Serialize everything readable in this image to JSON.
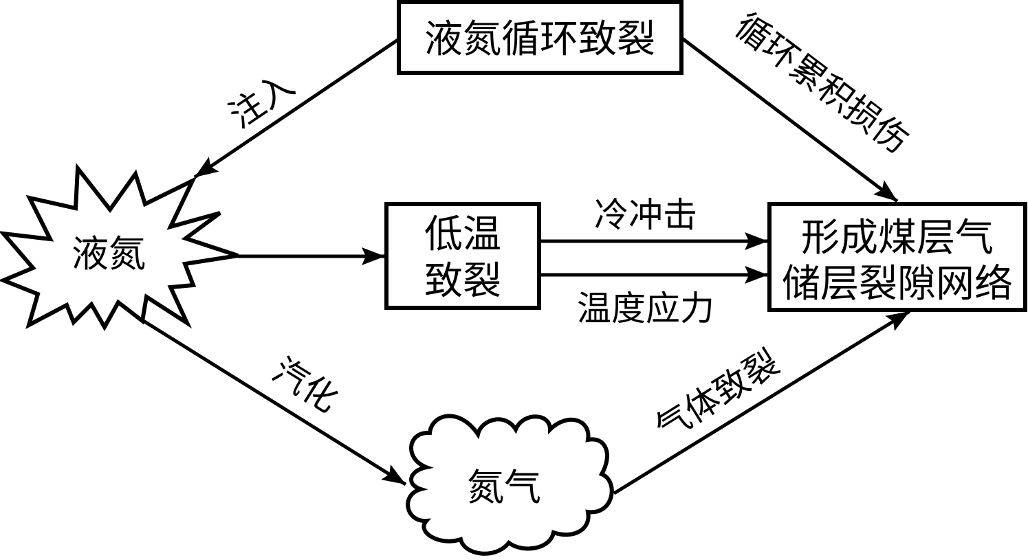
{
  "diagram": {
    "type": "flow-diagram",
    "colors": {
      "stroke": "#000000",
      "fill": "#ffffff",
      "text": "#000000"
    },
    "nodes": {
      "cycle_box": {
        "label": "液氮循环致裂",
        "shape": "rectangle"
      },
      "liquid_nitrogen": {
        "label": "液氮",
        "shape": "starburst"
      },
      "low_temp_box": {
        "label_line1": "低温",
        "label_line2": "致裂",
        "shape": "rectangle"
      },
      "result_box": {
        "label_line1": "形成煤层气",
        "label_line2": "储层裂隙网络",
        "shape": "rectangle"
      },
      "nitrogen_gas": {
        "label": "氮气",
        "shape": "cloud"
      }
    },
    "edges": {
      "injection": {
        "from": "cycle_box",
        "to": "liquid_nitrogen",
        "label": "注入"
      },
      "cumulative_damage": {
        "from": "cycle_box",
        "to": "result_box",
        "label": "循环累积损伤"
      },
      "to_low_temp": {
        "from": "liquid_nitrogen",
        "to": "low_temp_box",
        "label": ""
      },
      "cold_shock": {
        "from": "low_temp_box",
        "to": "result_box",
        "label": "冷冲击"
      },
      "thermal_stress": {
        "from": "low_temp_box",
        "to": "result_box",
        "label": "温度应力"
      },
      "vaporization": {
        "from": "liquid_nitrogen",
        "to": "nitrogen_gas",
        "label": "汽化"
      },
      "gas_fracturing": {
        "from": "nitrogen_gas",
        "to": "result_box",
        "label": "气体致裂"
      }
    }
  }
}
